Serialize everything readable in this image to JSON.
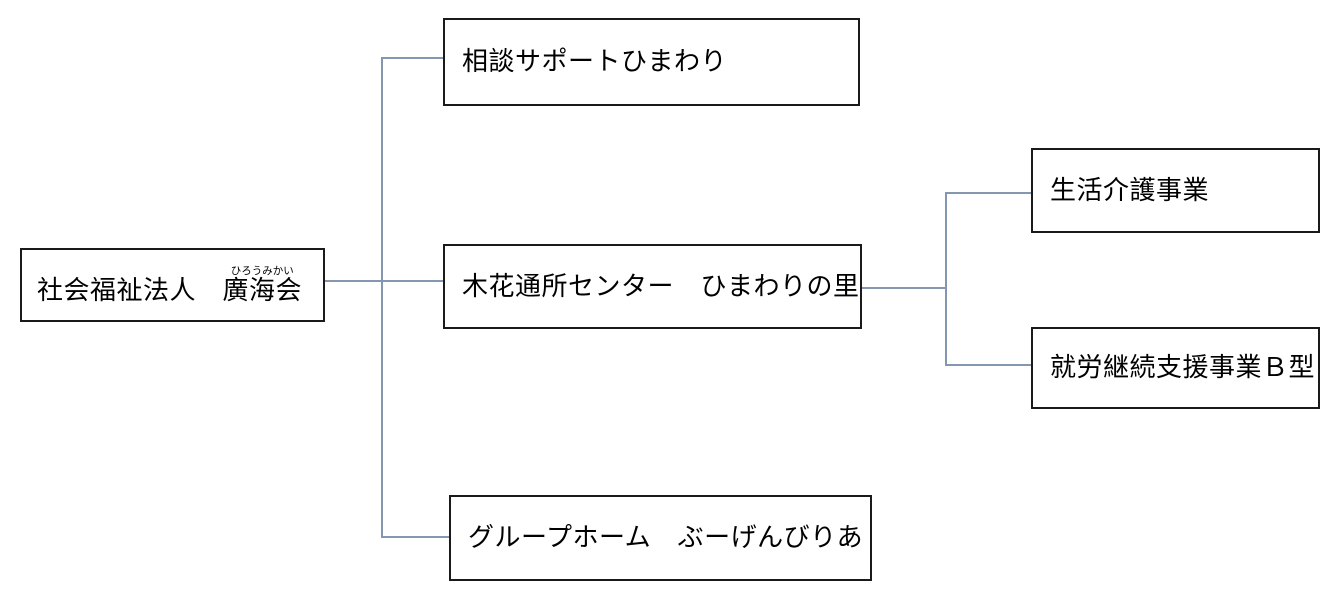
{
  "diagram": {
    "type": "organization-chart",
    "orientation": "left-to-right",
    "line_color": "#8496b0",
    "border_color": "#1a1a1a",
    "background": "#ffffff",
    "root": {
      "id": "corporation",
      "text_before": "社会福祉法人　",
      "ruby_base": "廣海会",
      "ruby_text": "ひろうみかい",
      "full_text": "社会福祉法人　廣海会"
    },
    "children": [
      {
        "id": "soudan-support-himawari",
        "label": "相談サポートひまわり"
      },
      {
        "id": "kihana-tsusho-center",
        "label": "木花通所センター　ひまわりの里"
      },
      {
        "id": "group-home-bougainvillea",
        "label": "グループホーム　ぶーげんびりあ"
      }
    ],
    "grandchildren": [
      {
        "id": "seikatsu-kaigo-jigyo",
        "label": "生活介護事業",
        "parent": "kihana-tsusho-center"
      },
      {
        "id": "shuro-keizoku-shien-b",
        "label": "就労継続支援事業Ｂ型",
        "parent": "kihana-tsusho-center"
      }
    ]
  }
}
